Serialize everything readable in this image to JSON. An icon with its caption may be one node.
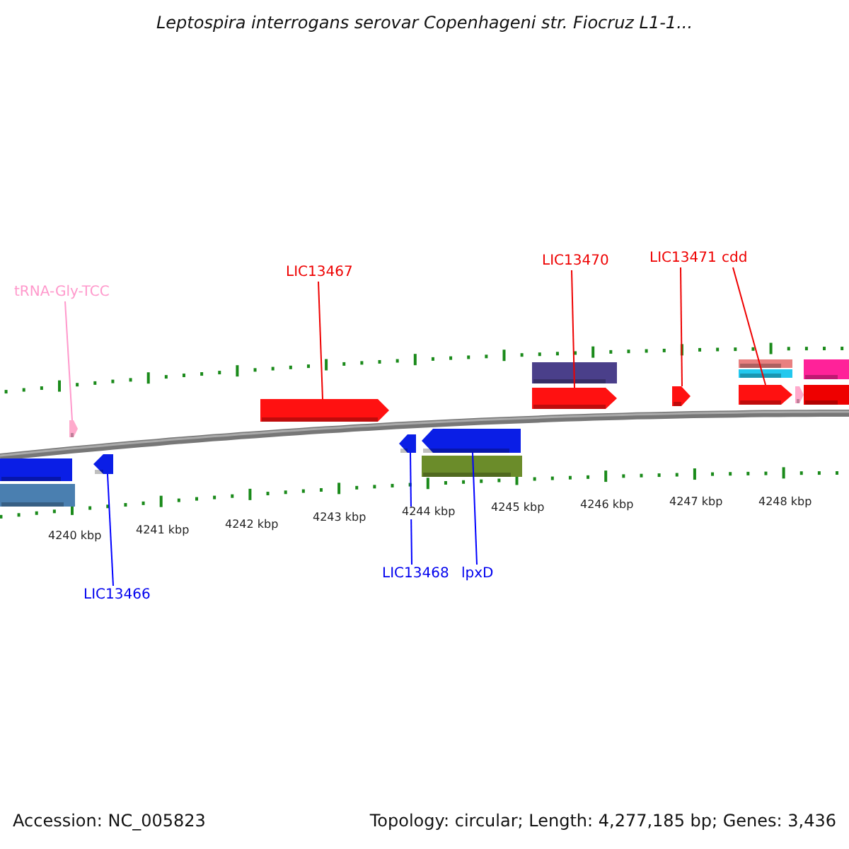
{
  "diagram": {
    "title": "Leptospira interrogans serovar Copenhageni str. Fiocruz L1-1...",
    "nodes": [
      {
        "text": [
          "tRNA-Gly-TCC"
        ]
      },
      {
        "text": [
          "LIC13467"
        ]
      },
      {
        "text": [
          "LIC13470"
        ]
      },
      {
        "text": [
          "LIC13471"
        ]
      },
      {
        "text": [
          "cdd"
        ]
      },
      {
        "text": [
          "LIC13466"
        ]
      },
      {
        "text": [
          "LIC13468"
        ]
      },
      {
        "text": [
          "lpxD"
        ]
      },
      {
        "text": [],
        "shape": "bar"
      },
      {
        "text": [],
        "shape": "bar"
      },
      {
        "text": [],
        "shape": "bar"
      },
      {
        "text": [],
        "shape": "bar"
      },
      {
        "text": [],
        "shape": "bar"
      },
      {
        "text": [],
        "shape": "bar"
      },
      {
        "text": [],
        "shape": "bar"
      },
      {
        "text": [],
        "shape": "bar"
      }
    ],
    "edges": [
      {
        "from": 0,
        "to": 8,
        "arrow": "none",
        "color": "#ff99cc"
      },
      {
        "from": 1,
        "to": 10,
        "arrow": "none"
      },
      {
        "from": 2,
        "to": 13,
        "arrow": "none"
      },
      {
        "from": 3,
        "to": 14,
        "arrow": "none"
      },
      {
        "from": 4,
        "to": 15,
        "arrow": "none"
      },
      {
        "from": 5,
        "to": 9,
        "arrow": "none",
        "color": "#0000ff"
      },
      {
        "from": 6,
        "to": 11,
        "arrow": "none",
        "color": "#0000ff"
      },
      {
        "from": 7,
        "to": 12,
        "arrow": "none",
        "color": "#0000ff"
      }
    ],
    "labels": [
      "4240 kbp",
      "4241 kbp",
      "4242 kbp",
      "4243 kbp",
      "4244 kbp",
      "4245 kbp",
      "4246 kbp",
      "4247 kbp",
      "4248 kbp",
      "Accession: NC_005823",
      "Topology: circular; Length: 4,277,185 bp; Genes: 3,436"
    ]
  }
}
